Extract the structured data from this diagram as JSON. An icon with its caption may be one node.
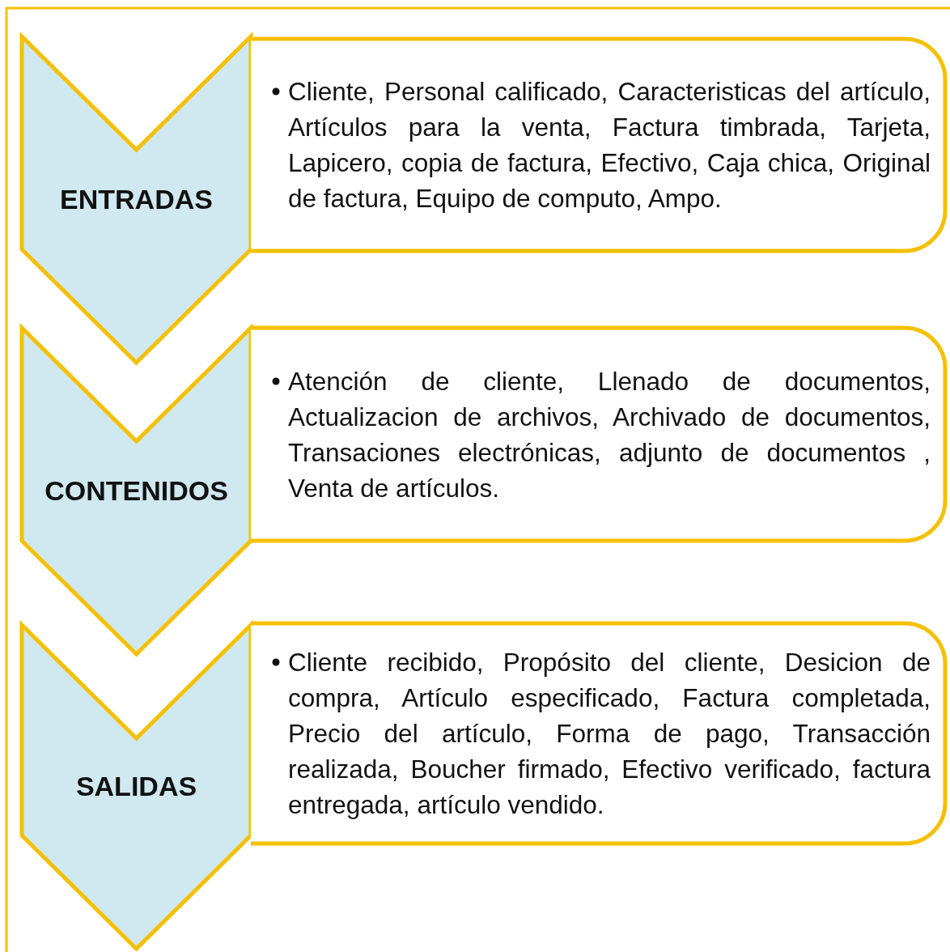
{
  "diagram": {
    "nodes": [
      {
        "text": [
          "ENTRADAS"
        ]
      },
      {
        "text": [
          "Cliente, Personal calificado, Caracteristicas del artículo, Artículos para la venta, Factura timbrada, Tarjeta, Lapicero, copia de factura, Efectivo, Caja chica, Original de factura, Equipo de computo, Ampo."
        ]
      },
      {
        "text": [
          "CONTENIDOS"
        ]
      },
      {
        "text": [
          "Atención de cliente, Llenado de documentos, Actualizacion de archivos, Archivado de documentos, Transaciones electrónicas, adjunto de documentos , Venta de artículos."
        ]
      },
      {
        "text": [
          "SALIDAS"
        ]
      },
      {
        "text": [
          "Cliente recibido, Propósito del cliente, Desicion de compra, Artículo especificado, Factura completada, Precio del artículo, Forma de pago, Transacción realizada, Boucher firmado, Efectivo verificado, factura entregada, artículo vendido."
        ]
      }
    ]
  }
}
